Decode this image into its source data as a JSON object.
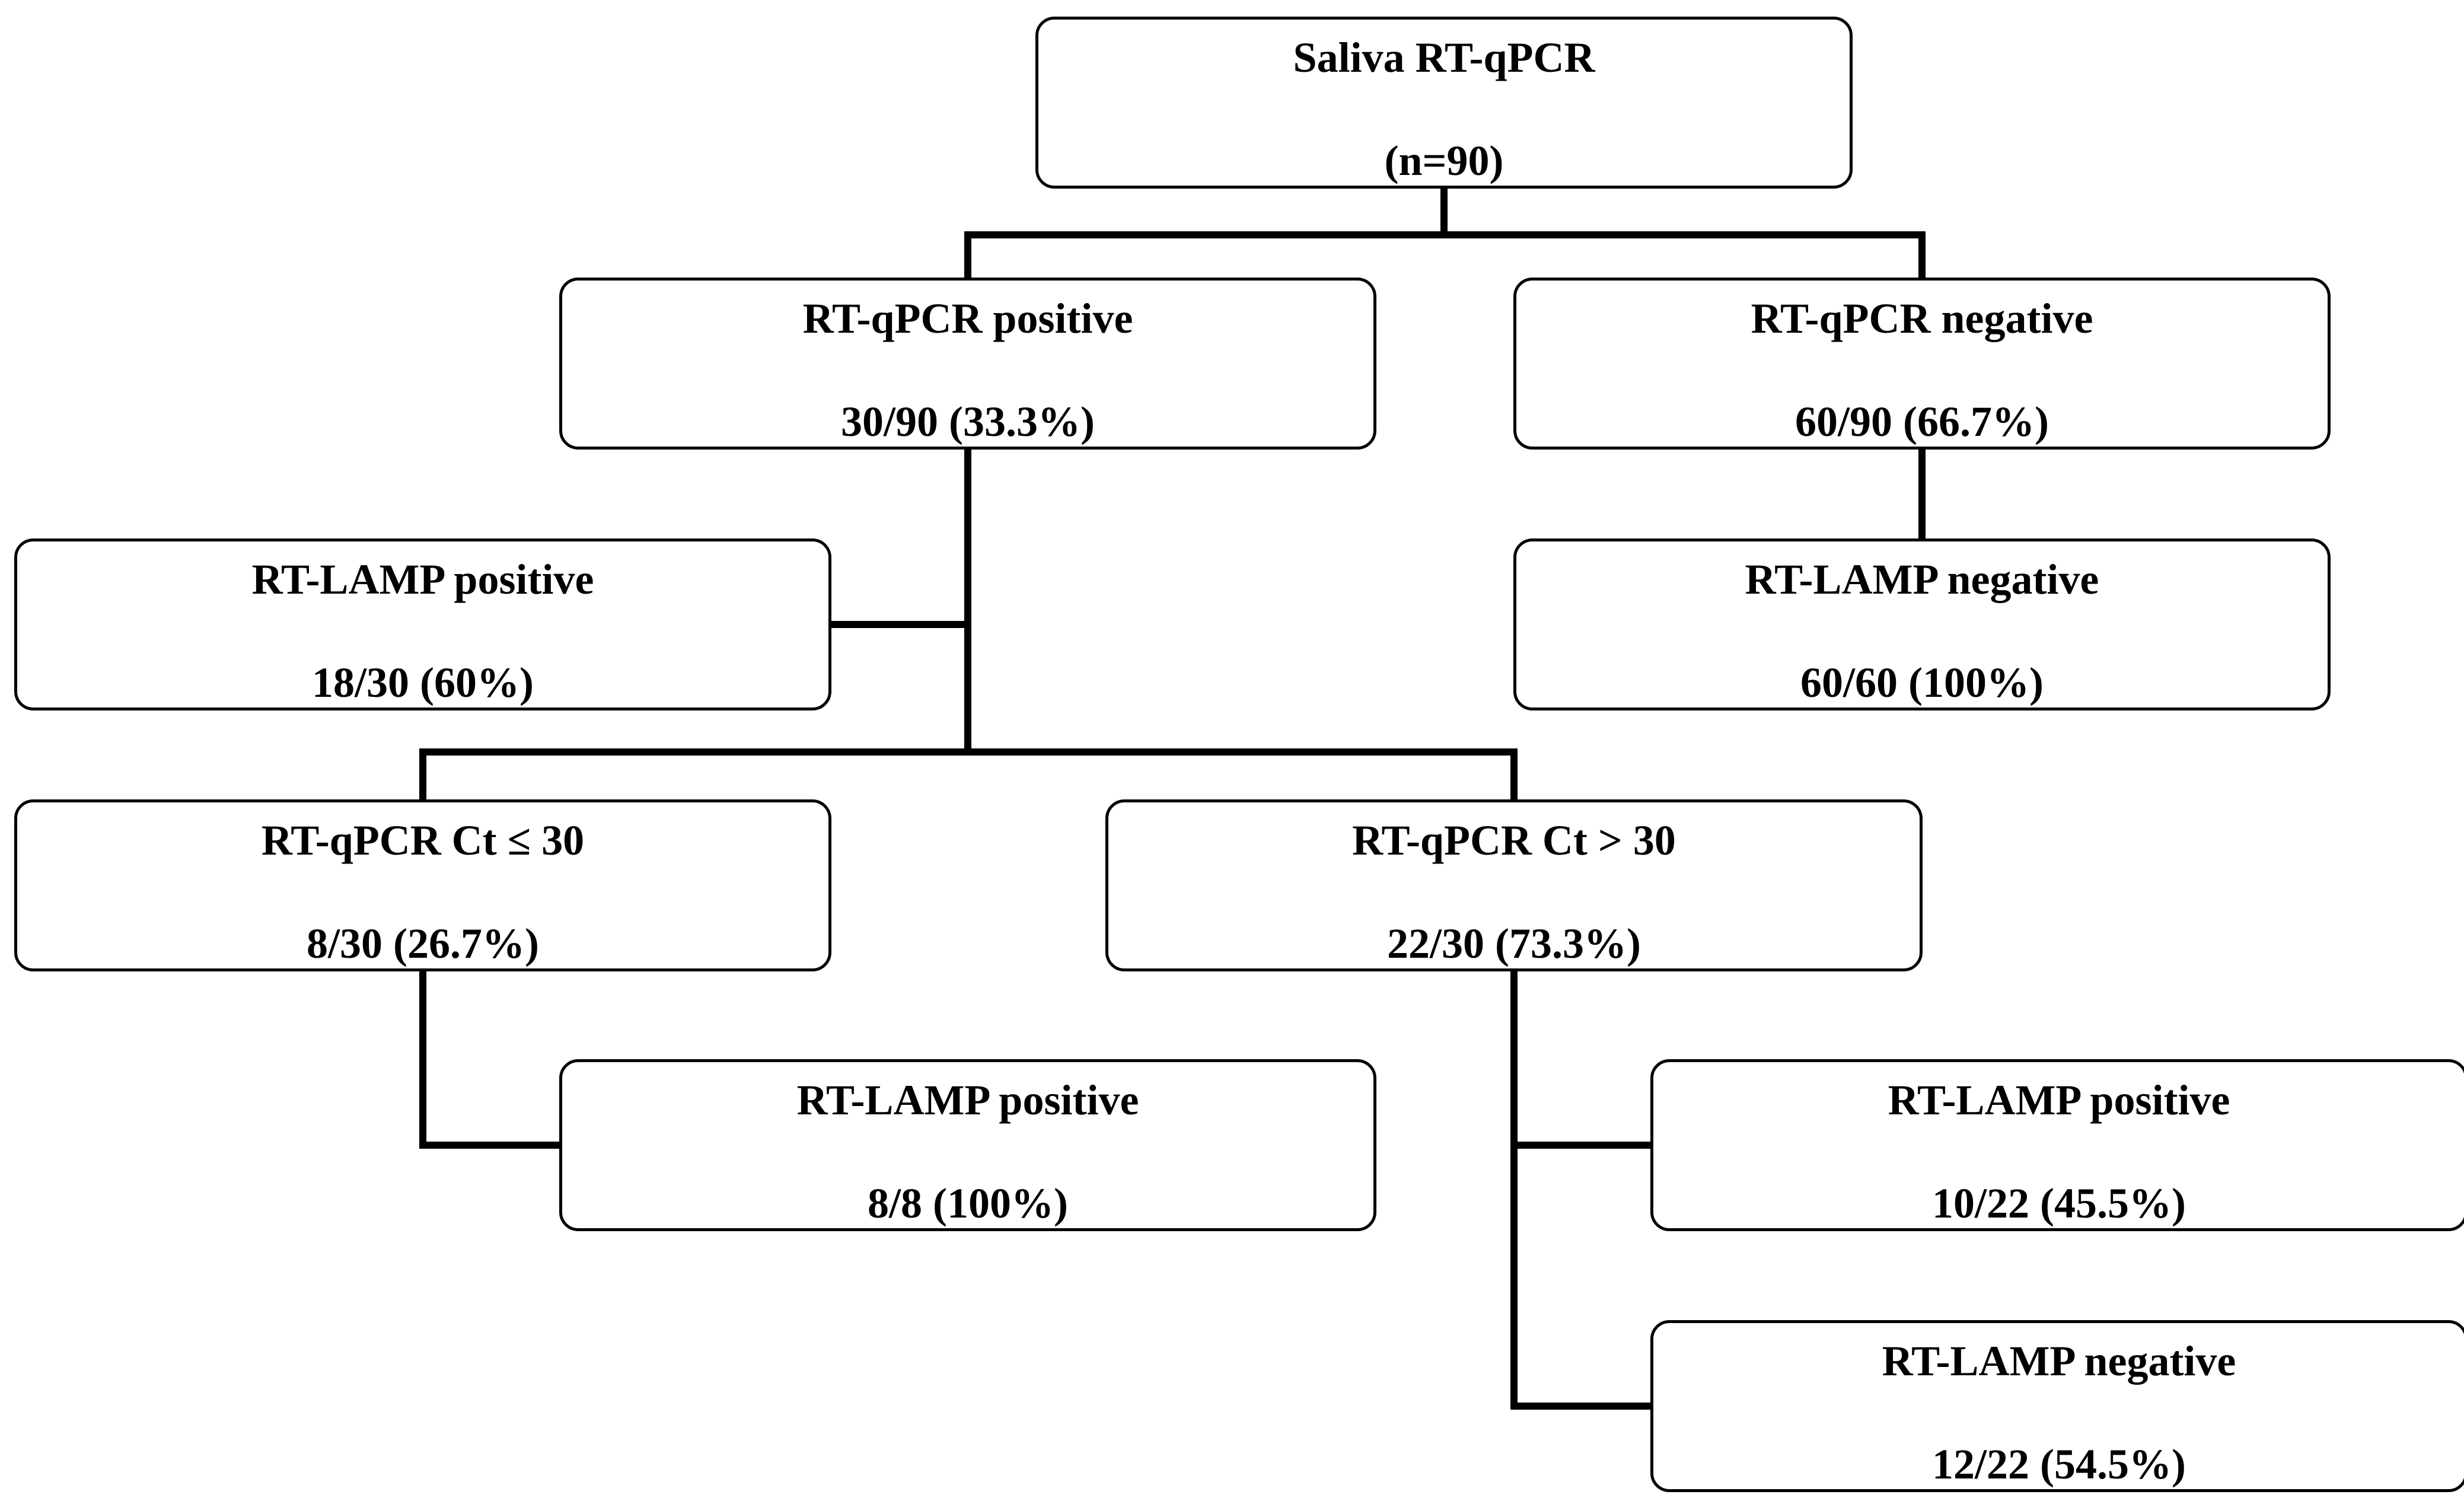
{
  "nodes": {
    "root": {
      "title": "Saliva RT-qPCR",
      "value": "(n=90)"
    },
    "qpcr_positive": {
      "title": "RT-qPCR positive",
      "value": "30/90 (33.3%)"
    },
    "qpcr_negative": {
      "title": "RT-qPCR negative",
      "value": "60/90 (66.7%)"
    },
    "lamp_positive_all": {
      "title": "RT-LAMP positive",
      "value": "18/30 (60%)"
    },
    "lamp_negative_all": {
      "title": "RT-LAMP negative",
      "value": "60/60 (100%)"
    },
    "ct_low": {
      "title": "RT-qPCR Ct ≤ 30",
      "value": "8/30 (26.7%)"
    },
    "ct_high": {
      "title": "RT-qPCR Ct > 30",
      "value": "22/30 (73.3%)"
    },
    "lamp_positive_low": {
      "title": "RT-LAMP positive",
      "value": "8/8 (100%)"
    },
    "lamp_positive_high": {
      "title": "RT-LAMP positive",
      "value": "10/22 (45.5%)"
    },
    "lamp_negative_high": {
      "title": "RT-LAMP negative",
      "value": "12/22 (54.5%)"
    }
  }
}
